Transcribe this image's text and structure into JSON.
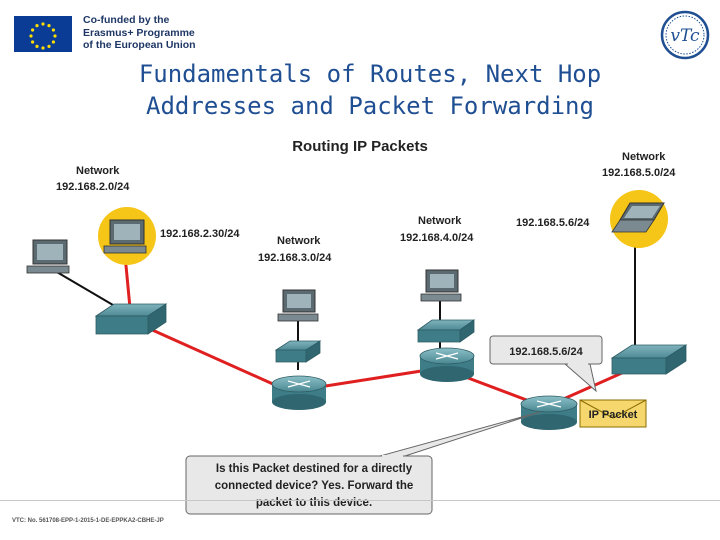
{
  "header": {
    "eu_line1": "Co-funded by the",
    "eu_line2": "Erasmus+ Programme",
    "eu_line3": "of the European Union",
    "vtc_logo_text": "vTc"
  },
  "title": {
    "line1": "Fundamentals of Routes, Next Hop",
    "line2": "Addresses and Packet Forwarding"
  },
  "diagram": {
    "heading": "Routing IP Packets",
    "networks": [
      {
        "label": "Network",
        "address": "192.168.2.0/24"
      },
      {
        "label": "Network",
        "address": "192.168.3.0/24"
      },
      {
        "label": "Network",
        "address": "192.168.4.0/24"
      },
      {
        "label": "Network",
        "address": "192.168.5.0/24"
      }
    ],
    "host_labels": {
      "source": "192.168.2.30/24",
      "destination": "192.168.5.6/24"
    },
    "dest_box": "192.168.5.6/24",
    "packet_label": "IP Packet",
    "callout": {
      "line1": "Is this Packet destined for a directly",
      "line2": "connected device? Yes. Forward the",
      "line3": "packet to this device."
    }
  },
  "footer": {
    "text": "VTC: No. 561708-EPP-1-2015-1-DE-EPPKA2-CBHE-JP"
  },
  "colors": {
    "title": "#1f4f92",
    "link_red": "#e02020",
    "highlight": "#f5c518",
    "device": "#4a8a96"
  }
}
